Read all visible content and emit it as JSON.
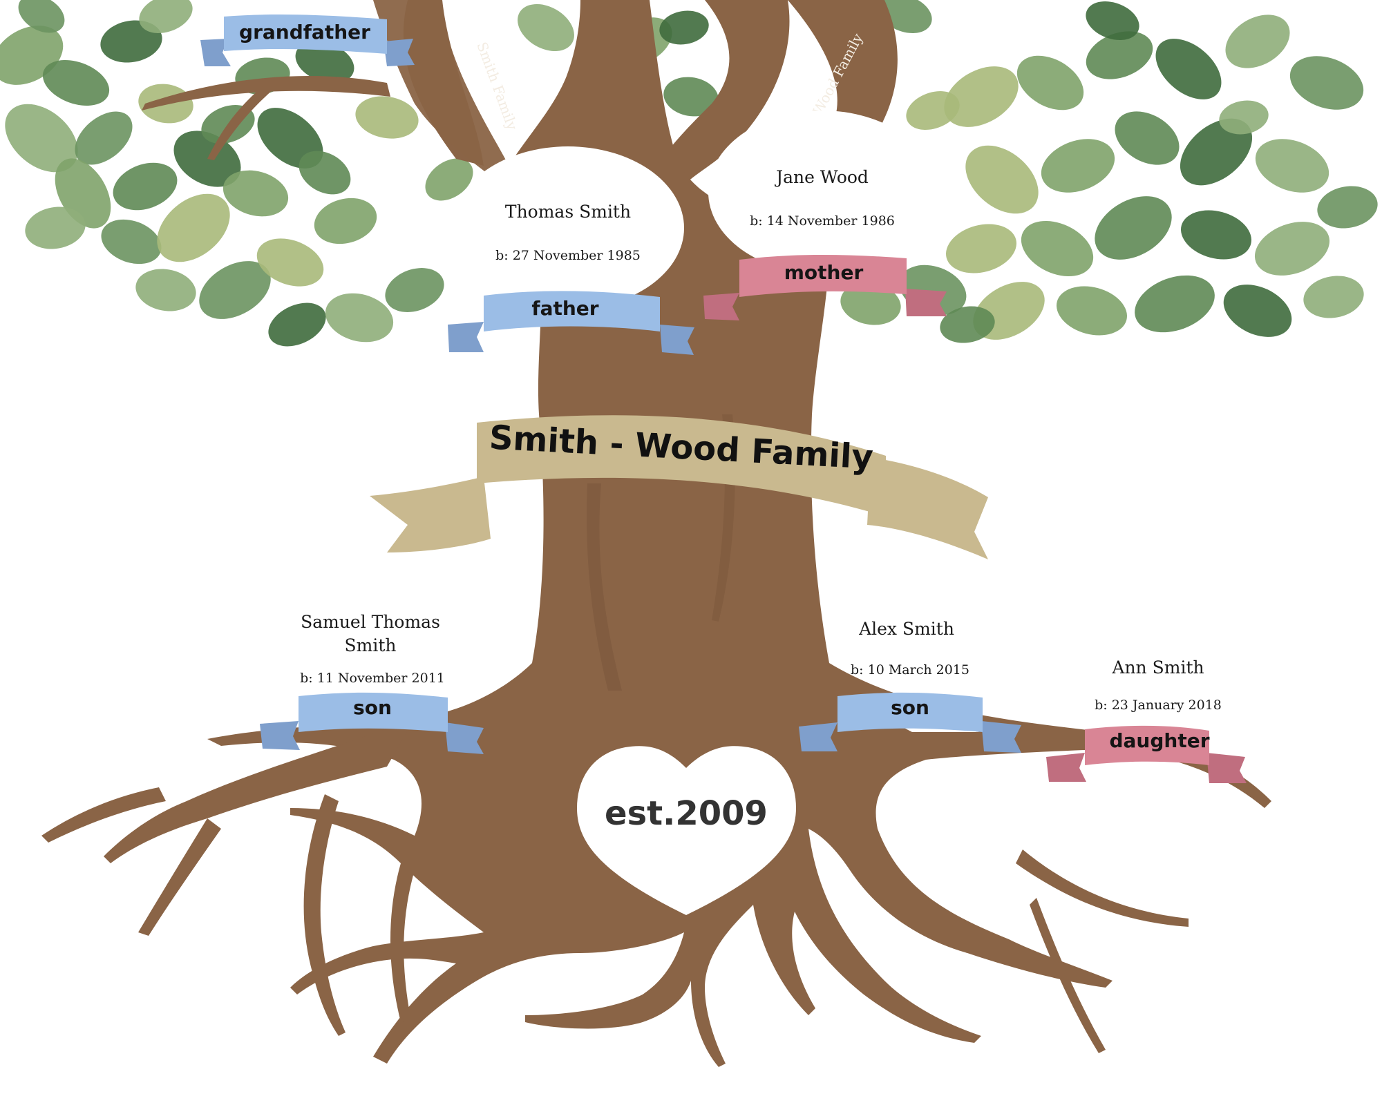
{
  "title": "Smith -  Wood Family",
  "established": "est.2009",
  "branches": {
    "left": "Smith Family",
    "right": "Wood Family"
  },
  "roles": {
    "grandfather": "grandfather"
  },
  "parents": [
    {
      "name": "Thomas Smith",
      "birth": "b: 27 November 1985",
      "role": "father",
      "ribbon": "#9bbde6"
    },
    {
      "name": "Jane Wood",
      "birth": "b: 14 November 1986",
      "role": "mother",
      "ribbon": "#d98595"
    }
  ],
  "children": [
    {
      "name_line1": "Samuel Thomas",
      "name_line2": "Smith",
      "birth": "b: 11 November 2011",
      "role": "son",
      "ribbon": "#9bbde6"
    },
    {
      "name_line1": "Alex Smith",
      "birth": "b: 10 March 2015",
      "role": "son",
      "ribbon": "#9bbde6"
    },
    {
      "name_line1": "Ann Smith",
      "birth": "b: 23 January 2018",
      "role": "daughter",
      "ribbon": "#d98595"
    }
  ],
  "colors": {
    "trunk": "#8a6446",
    "trunk_dark": "#6f4e36",
    "leaf_light": "#7fa36a",
    "leaf_mid": "#5f8a55",
    "leaf_dark": "#3f6b3d",
    "title_ribbon": "#c9b98f",
    "blue_ribbon": "#9bbde6",
    "pink_ribbon": "#d98595"
  }
}
